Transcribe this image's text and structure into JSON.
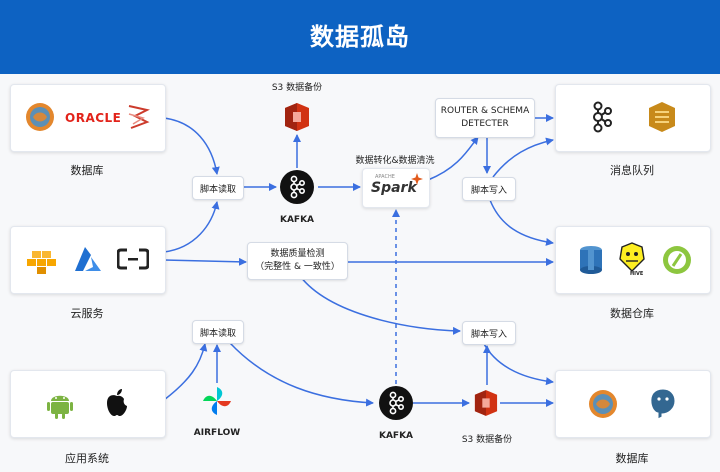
{
  "header": {
    "title": "数据孤岛"
  },
  "sources": {
    "database": {
      "label": "数据库",
      "logos": [
        "mysql-icon",
        "oracle-logo",
        "sqlserver-icon"
      ],
      "oracle_text": "ORACLE"
    },
    "cloud": {
      "label": "云服务",
      "logos": [
        "aws-icon",
        "azure-icon",
        "aliyun-icon"
      ]
    },
    "apps": {
      "label": "应用系统",
      "logos": [
        "android-icon",
        "apple-icon"
      ]
    }
  },
  "pipeline": {
    "s3_top_label": "S3 数据备份",
    "kafka_top_label": "KAFKA",
    "script_read_top": "脚本读取",
    "spark_label": "数据转化&数据清洗",
    "spark_logo": "Spark",
    "spark_logo_small": "APACHE",
    "router": [
      "ROUTER & SCHEMA",
      "DETECTER"
    ],
    "script_write_top": "脚本写入",
    "quality": [
      "数据质量检测",
      "（完整性 & 一致性）"
    ],
    "script_read_bottom": "脚本读取",
    "airflow_label": "AIRFLOW",
    "kafka_bottom_label": "KAFKA",
    "s3_bottom_label": "S3 数据备份",
    "script_write_bottom": "脚本写入"
  },
  "targets": {
    "queue": {
      "label": "消息队列",
      "logos": [
        "kafka-icon",
        "kinesis-icon"
      ]
    },
    "warehouse": {
      "label": "数据仓库",
      "logos": [
        "redshift-icon",
        "hive-icon",
        "greenplum-icon"
      ],
      "hive_text": "HIVE"
    },
    "database": {
      "label": "数据库",
      "logos": [
        "mysql-icon",
        "postgresql-icon"
      ]
    }
  },
  "colors": {
    "header": "#0d62c2",
    "arrow": "#3b6fe0",
    "aws": "#f7a600",
    "azure": "#1f6fd1",
    "s3": "#d13212",
    "android": "#7cb342"
  }
}
